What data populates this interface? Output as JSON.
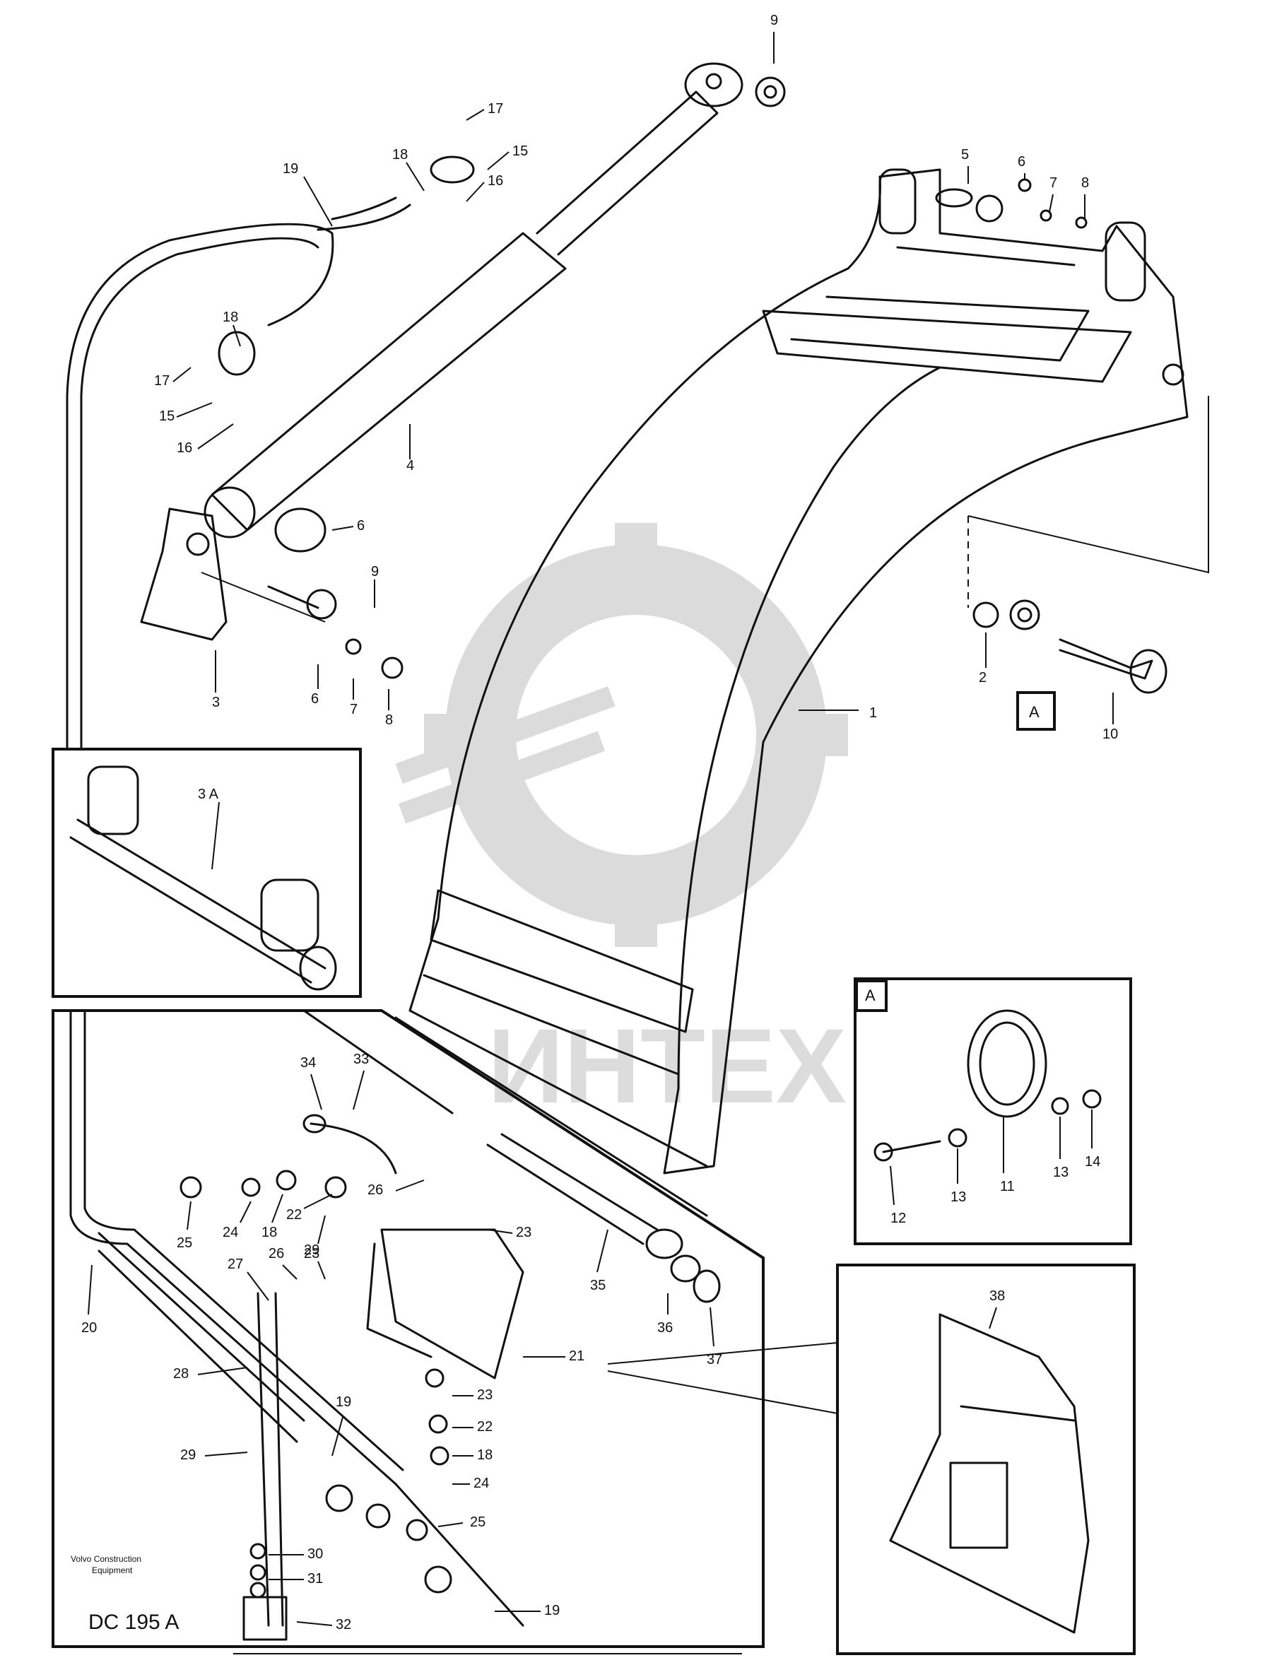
{
  "watermark": "ИНТЕХ",
  "footer": {
    "company_line1": "Volvo Construction",
    "company_line2": "Equipment",
    "drawing_code": "DC 195 A"
  },
  "detail_tags": {
    "main_tag": "A",
    "detail_tag": "A"
  },
  "callouts": [
    {
      "id": "c-9-top",
      "text": "9"
    },
    {
      "id": "c-17-a",
      "text": "17"
    },
    {
      "id": "c-18-a",
      "text": "18"
    },
    {
      "id": "c-15-a",
      "text": "15"
    },
    {
      "id": "c-16-a",
      "text": "16"
    },
    {
      "id": "c-19-a",
      "text": "19"
    },
    {
      "id": "c-18-b",
      "text": "18"
    },
    {
      "id": "c-17-b",
      "text": "17"
    },
    {
      "id": "c-15-b",
      "text": "15"
    },
    {
      "id": "c-16-b",
      "text": "16"
    },
    {
      "id": "c-4",
      "text": "4"
    },
    {
      "id": "c-6-a",
      "text": "6"
    },
    {
      "id": "c-9-b",
      "text": "9"
    },
    {
      "id": "c-3",
      "text": "3"
    },
    {
      "id": "c-6-b",
      "text": "6"
    },
    {
      "id": "c-7-a",
      "text": "7"
    },
    {
      "id": "c-8-a",
      "text": "8"
    },
    {
      "id": "c-5",
      "text": "5"
    },
    {
      "id": "c-6-c",
      "text": "6"
    },
    {
      "id": "c-7-b",
      "text": "7"
    },
    {
      "id": "c-8-b",
      "text": "8"
    },
    {
      "id": "c-1",
      "text": "1"
    },
    {
      "id": "c-2",
      "text": "2"
    },
    {
      "id": "c-10",
      "text": "10"
    },
    {
      "id": "c-3a",
      "text": "3 A"
    },
    {
      "id": "c-34",
      "text": "34"
    },
    {
      "id": "c-33",
      "text": "33"
    },
    {
      "id": "c-26-a",
      "text": "26"
    },
    {
      "id": "c-23-a",
      "text": "23"
    },
    {
      "id": "c-25-a",
      "text": "25"
    },
    {
      "id": "c-24-a",
      "text": "24"
    },
    {
      "id": "c-18-c",
      "text": "18"
    },
    {
      "id": "c-22-a",
      "text": "22"
    },
    {
      "id": "c-23-b",
      "text": "23"
    },
    {
      "id": "c-27",
      "text": "27"
    },
    {
      "id": "c-26-b",
      "text": "26"
    },
    {
      "id": "c-29",
      "text": "29"
    },
    {
      "id": "c-20",
      "text": "20"
    },
    {
      "id": "c-28",
      "text": "28"
    },
    {
      "id": "c-29-b",
      "text": "29"
    },
    {
      "id": "c-35",
      "text": "35"
    },
    {
      "id": "c-36",
      "text": "36"
    },
    {
      "id": "c-37",
      "text": "37"
    },
    {
      "id": "c-21",
      "text": "21"
    },
    {
      "id": "c-19-b",
      "text": "19"
    },
    {
      "id": "c-23-c",
      "text": "23"
    },
    {
      "id": "c-22-b",
      "text": "22"
    },
    {
      "id": "c-18-d",
      "text": "18"
    },
    {
      "id": "c-24-b",
      "text": "24"
    },
    {
      "id": "c-25-b",
      "text": "25"
    },
    {
      "id": "c-30",
      "text": "30"
    },
    {
      "id": "c-31",
      "text": "31"
    },
    {
      "id": "c-32",
      "text": "32"
    },
    {
      "id": "c-19-c",
      "text": "19"
    },
    {
      "id": "c-38",
      "text": "38"
    },
    {
      "id": "c-11",
      "text": "11"
    },
    {
      "id": "c-12",
      "text": "12"
    },
    {
      "id": "c-13-a",
      "text": "13"
    },
    {
      "id": "c-13-b",
      "text": "13"
    },
    {
      "id": "c-14",
      "text": "14"
    }
  ]
}
